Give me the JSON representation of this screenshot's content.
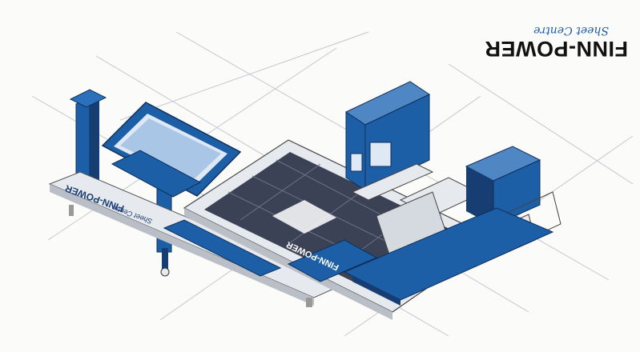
{
  "brand": {
    "name": "FINN-POWER",
    "tagline": "Sheet Centre"
  },
  "machine_labels": {
    "left_unit": "FINN-POWER",
    "left_unit_sub": "Sheet Centre",
    "front_logo": "FINN-POWER"
  },
  "colors": {
    "machine_blue": "#1d5fa6",
    "dark_blue": "#173e73",
    "panel_grey": "#e6e9ee",
    "table_dark": "#3b4256",
    "grid_line": "#b8bcc4"
  }
}
